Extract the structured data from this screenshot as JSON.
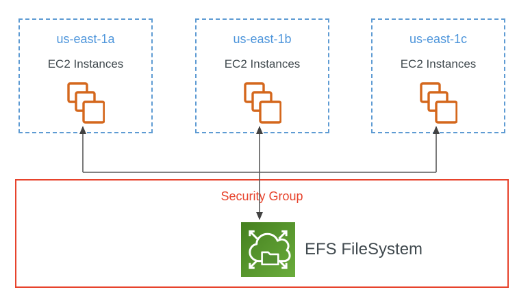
{
  "zones": [
    {
      "name": "us-east-1a",
      "instances_label": "EC2 Instances"
    },
    {
      "name": "us-east-1b",
      "instances_label": "EC2 Instances"
    },
    {
      "name": "us-east-1c",
      "instances_label": "EC2 Instances"
    }
  ],
  "security_group": {
    "label": "Security Group"
  },
  "efs": {
    "label": "EFS FileSystem"
  },
  "icons": {
    "ec2": "ec2-instances-stack-icon",
    "efs": "efs-filesystem-icon"
  },
  "colors": {
    "az_border_blue": "#5E9BD3",
    "az_label_blue": "#4D95DB",
    "text_gray": "#414A4F",
    "ec2_orange": "#D4671C",
    "security_red": "#E7432C",
    "connector_gray": "#595959",
    "efs_green_dark": "#45801F",
    "efs_green_light": "#6AAC3C"
  }
}
